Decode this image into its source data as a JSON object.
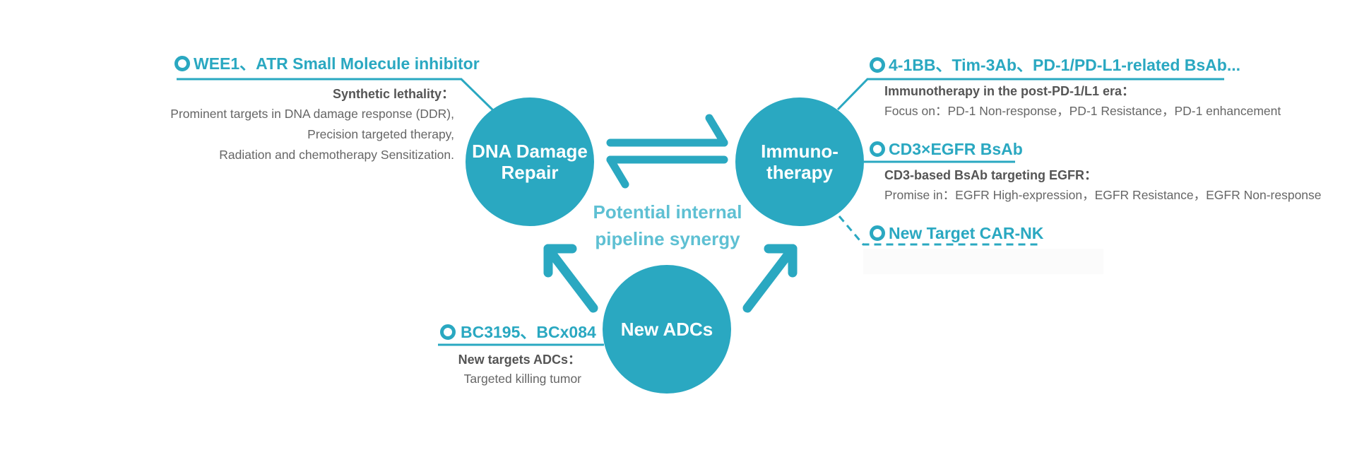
{
  "colors": {
    "accent": "#2aa8c1",
    "synergy_text": "#5ec0d3",
    "heading": "#555555",
    "body": "#666666"
  },
  "circles": {
    "dna": {
      "line1": "DNA Damage",
      "line2": "Repair"
    },
    "immuno": {
      "line1": "Immuno-",
      "line2": "therapy"
    },
    "adc": {
      "line1": "New ADCs"
    }
  },
  "synergy": {
    "line1": "Potential internal",
    "line2": "pipeline synergy"
  },
  "callouts": {
    "wee1": {
      "title": "WEE1、ATR Small Molecule inhibitor",
      "heading": "Synthetic lethality：",
      "lines": [
        "Prominent targets in DNA damage response (DDR),",
        "Precision targeted therapy,",
        "Radiation and chemotherapy Sensitization."
      ]
    },
    "bsab41bb": {
      "title": "4-1BB、Tim-3Ab、PD-1/PD-L1-related BsAb...",
      "heading": "Immunotherapy in the post-PD-1/L1 era：",
      "lines": [
        "Focus on：PD-1 Non-response，PD-1 Resistance，PD-1 enhancement"
      ]
    },
    "cd3": {
      "title": "CD3×EGFR BsAb",
      "heading": "CD3-based BsAb targeting EGFR：",
      "lines": [
        "Promise in：EGFR High-expression，EGFR Resistance，EGFR Non-response"
      ]
    },
    "carnk": {
      "title": "New Target CAR-NK"
    },
    "bc3195": {
      "title": "BC3195、BCx084",
      "heading": "New targets ADCs：",
      "lines": [
        "Targeted killing tumor"
      ]
    }
  }
}
